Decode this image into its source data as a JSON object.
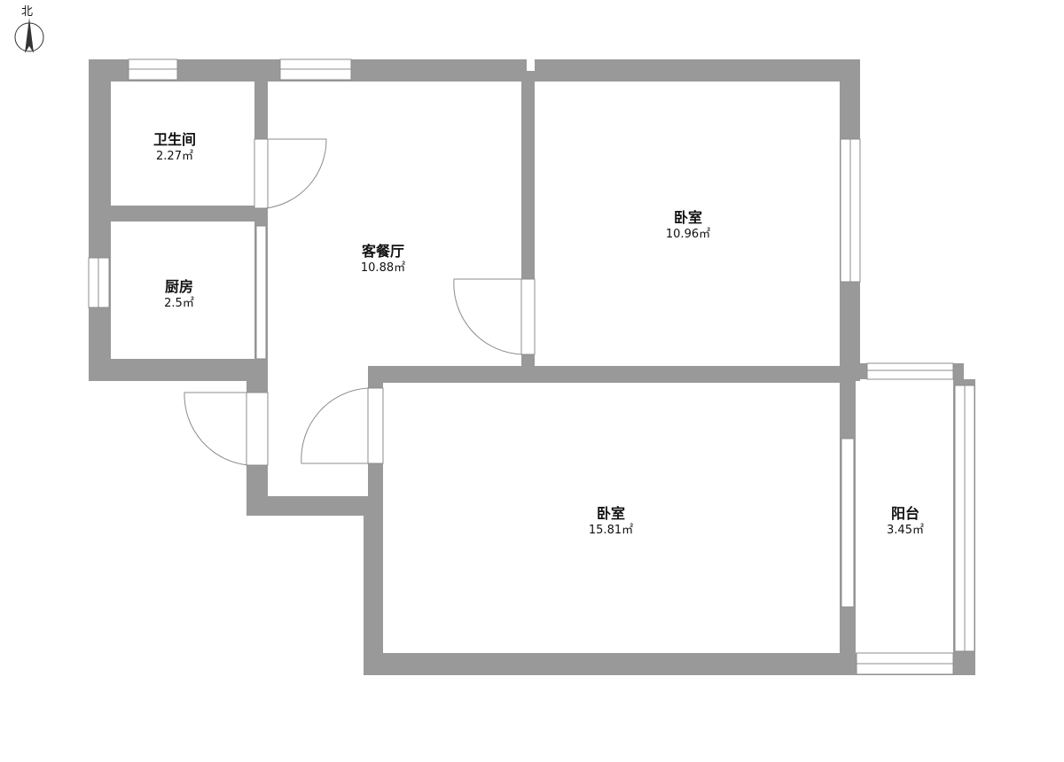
{
  "compass": {
    "north_label": "北"
  },
  "rooms": [
    {
      "name": "卫生间",
      "area": "2.27㎡"
    },
    {
      "name": "厨房",
      "area": "2.5㎡"
    },
    {
      "name": "客餐厅",
      "area": "10.88㎡"
    },
    {
      "name": "卧室",
      "area": "10.96㎡"
    },
    {
      "name": "卧室",
      "area": "15.81㎡"
    },
    {
      "name": "阳台",
      "area": "3.45㎡"
    }
  ],
  "colors": {
    "wall": "#999999",
    "background": "#ffffff"
  }
}
